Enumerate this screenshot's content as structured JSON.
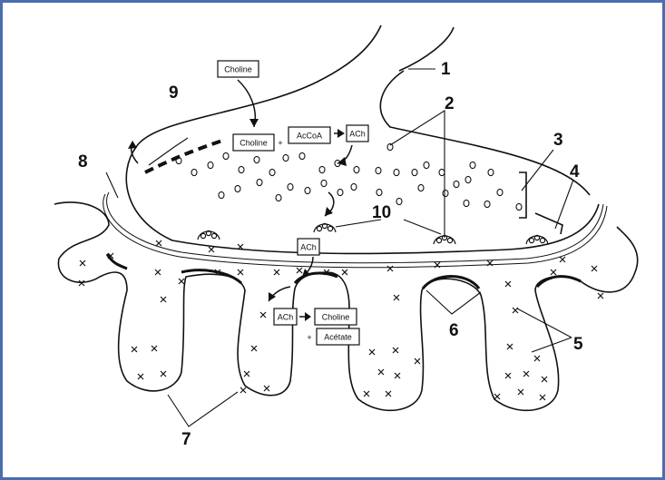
{
  "labels": {
    "n1": "1",
    "n2": "2",
    "n3": "3",
    "n4": "4",
    "n5": "5",
    "n6": "6",
    "n7": "7",
    "n8": "8",
    "n9": "9",
    "n10": "10"
  },
  "boxes": {
    "choline_top": "Choline",
    "choline_left": "Choline",
    "plus1": "+",
    "acetylcoa": "AcCoA",
    "ach_top": "ACh",
    "ach_cleft": "ACh",
    "ach_lower": "ACh",
    "choline_lower": "Choline",
    "plus2": "+",
    "acetate": "Acétate"
  },
  "colors": {
    "frame": "#4a6fb0",
    "ink": "#111111"
  }
}
